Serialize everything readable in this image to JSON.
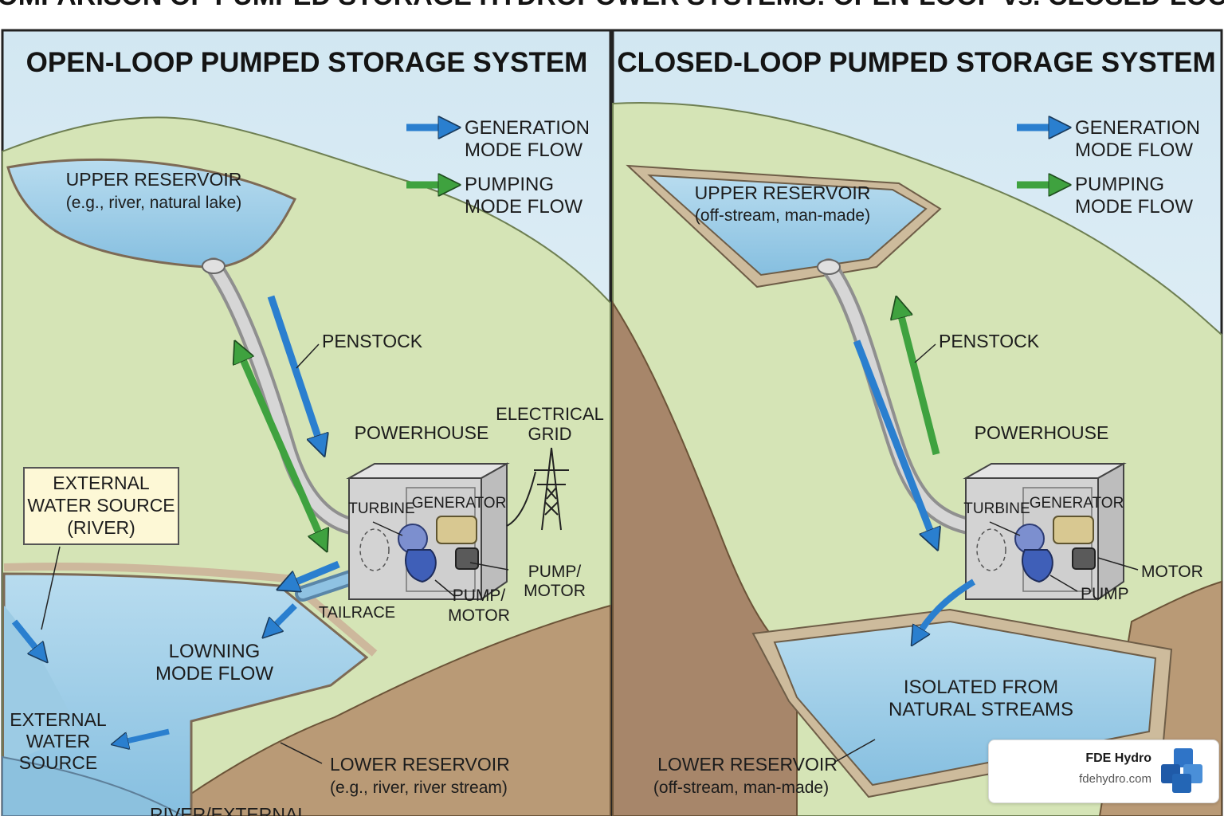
{
  "banner_title": "COMPARISON OF PUMPED STORAGE HYDROPOWER SYSTEMS: OPEN-LOOP vs. CLOSED-LOOP",
  "left": {
    "title": "OPEN-LOOP PUMPED STORAGE SYSTEM",
    "legend_generation": [
      "GENERATION",
      "MODE FLOW"
    ],
    "legend_pumping": [
      "PUMPING",
      "MODE FLOW"
    ],
    "upper_reservoir": "UPPER RESERVOIR",
    "upper_reservoir_note": "(e.g., river, natural lake)",
    "penstock": "PENSTOCK",
    "powerhouse": "POWERHOUSE",
    "electrical_grid": [
      "ELECTRICAL",
      "GRID"
    ],
    "turbine": "TURBINE",
    "generator": "GENERATOR",
    "pump_motor_right": [
      "PUMP/",
      "MOTOR"
    ],
    "pump_motor_bottom": [
      "PUMP/",
      "MOTOR"
    ],
    "tailrace": "TAILRACE",
    "external_source_box": [
      "EXTERNAL",
      "WATER SOURCE",
      "(RIVER)"
    ],
    "lower_flow_label": [
      "LOWNING",
      "MODE FLOW"
    ],
    "external_source_left": [
      "EXTERNAL",
      "WATER",
      "SOURCE"
    ],
    "lower_reservoir": "LOWER RESERVOIR",
    "lower_reservoir_note": "(e.g., river, river stream)",
    "river_external": "RIVER/EXTERNAL"
  },
  "right": {
    "title": "CLOSED-LOOP PUMPED STORAGE SYSTEM",
    "legend_generation": [
      "GENERATION",
      "MODE FLOW"
    ],
    "legend_pumping": [
      "PUMPING",
      "MODE FLOW"
    ],
    "upper_reservoir": "UPPER RESERVOIR",
    "upper_reservoir_note": "(off-stream, man-made)",
    "penstock": "PENSTOCK",
    "powerhouse": "POWERHOUSE",
    "turbine": "TURBINE",
    "generator": "GENERATOR",
    "motor": "MOTOR",
    "pump": "PUMP",
    "isolated": [
      "ISOLATED FROM",
      "NATURAL STREAMS"
    ],
    "lower_reservoir": "LOWER RESERVOIR",
    "lower_reservoir_note": "(off-stream, man-made)"
  },
  "badge": {
    "name": "FDE Hydro",
    "url": "fdehydro.com"
  },
  "colors": {
    "generation_flow": "#2a7fcf",
    "pumping_flow": "#3fa23f",
    "sky": "#dcebf3",
    "hill": "#d5e4b6",
    "earth": "#b99a76",
    "water": "#a9d4ea",
    "machinery_blue": "#3f5fb8",
    "logo_blue": "#2f74c7"
  }
}
